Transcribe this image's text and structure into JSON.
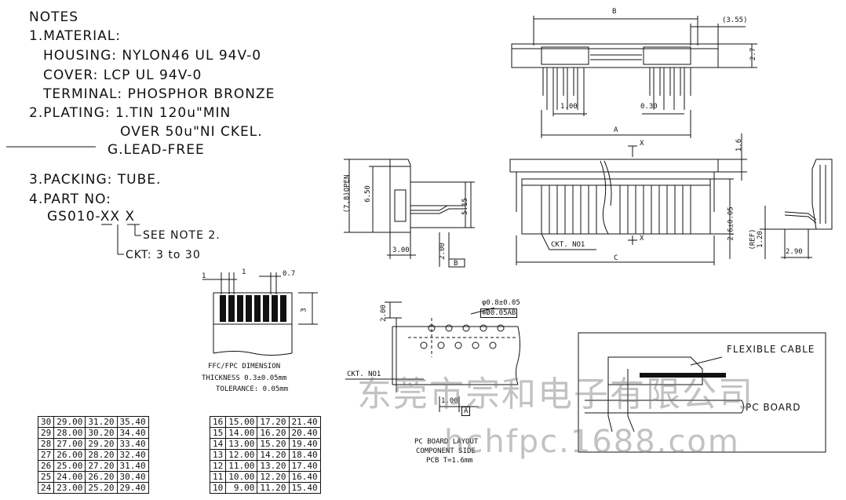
{
  "notes": {
    "title": "NOTES",
    "material": "1.MATERIAL:",
    "housing": "HOUSING: NYLON46 UL 94V-0",
    "cover": "COVER: LCP UL 94V-0",
    "terminal": "TERMINAL: PHOSPHOR BRONZE",
    "plating1": "2.PLATING: 1.TIN 120u\"MIN",
    "plating2": "OVER 50u\"NI CKEL.",
    "leadfree": "G.LEAD-FREE",
    "packing": "3.PACKING: TUBE.",
    "partno": "4.PART NO:",
    "partcode": "GS010-XX X",
    "seenote": "SEE NOTE 2.",
    "ckt": "CKT: 3 to 30"
  },
  "dims": {
    "b": "B",
    "d355": "(3.55)",
    "d27": "2.7",
    "d100": "1.00",
    "d030": "0.30",
    "a": "A",
    "x": "X",
    "d16": "1.6",
    "c": "C",
    "cktno1": "CKT. NO1",
    "d26": "2.6±0.05",
    "ref": "(REF)",
    "d120": "1.20",
    "d290": "2.90",
    "open": "(7.8)OPEN",
    "d650": "6.50",
    "d515": "5.15",
    "d300": "3.00",
    "d200": "2.00",
    "b_box": "B",
    "one_a": "1",
    "one_b": "1",
    "d07": "0.7",
    "d3": "3",
    "hole": "φ0.8±0.05",
    "holetol": "⊕Ø0.05AB",
    "a_box": "A",
    "d200b": "2.00",
    "d100b": "1.00",
    "cktno1b": "CKT. NO1"
  },
  "ffc": {
    "title": "FFC/FPC DIMENSION",
    "thickness": "THICKNESS 0.3±0.05mm",
    "tolerance": "TOLERANCE: 0.05mm"
  },
  "pcb": {
    "line1": "PC BOARD LAYOUT",
    "line2": "COMPONENT SIDE",
    "line3": "PCB T=1.6mm"
  },
  "side": {
    "cable": "FLEXIBLE CABLE",
    "board": "PC BOARD"
  },
  "watermark": {
    "cn": "东莞市宗和电子有限公司",
    "url": "hchfpc.1688.com"
  },
  "table_left": [
    [
      "30",
      "29.00",
      "31.20",
      "35.40"
    ],
    [
      "29",
      "28.00",
      "30.20",
      "34.40"
    ],
    [
      "28",
      "27.00",
      "29.20",
      "33.40"
    ],
    [
      "27",
      "26.00",
      "28.20",
      "32.40"
    ],
    [
      "26",
      "25.00",
      "27.20",
      "31.40"
    ],
    [
      "25",
      "24.00",
      "26.20",
      "30.40"
    ],
    [
      "24",
      "23.00",
      "25.20",
      "29.40"
    ]
  ],
  "table_right": [
    [
      "16",
      "15.00",
      "17.20",
      "21.40"
    ],
    [
      "15",
      "14.00",
      "16.20",
      "20.40"
    ],
    [
      "14",
      "13.00",
      "15.20",
      "19.40"
    ],
    [
      "13",
      "12.00",
      "14.20",
      "18.40"
    ],
    [
      "12",
      "11.00",
      "13.20",
      "17.40"
    ],
    [
      "11",
      "10.00",
      "12.20",
      "16.40"
    ],
    [
      "10",
      "9.00",
      "11.20",
      "15.40"
    ]
  ]
}
